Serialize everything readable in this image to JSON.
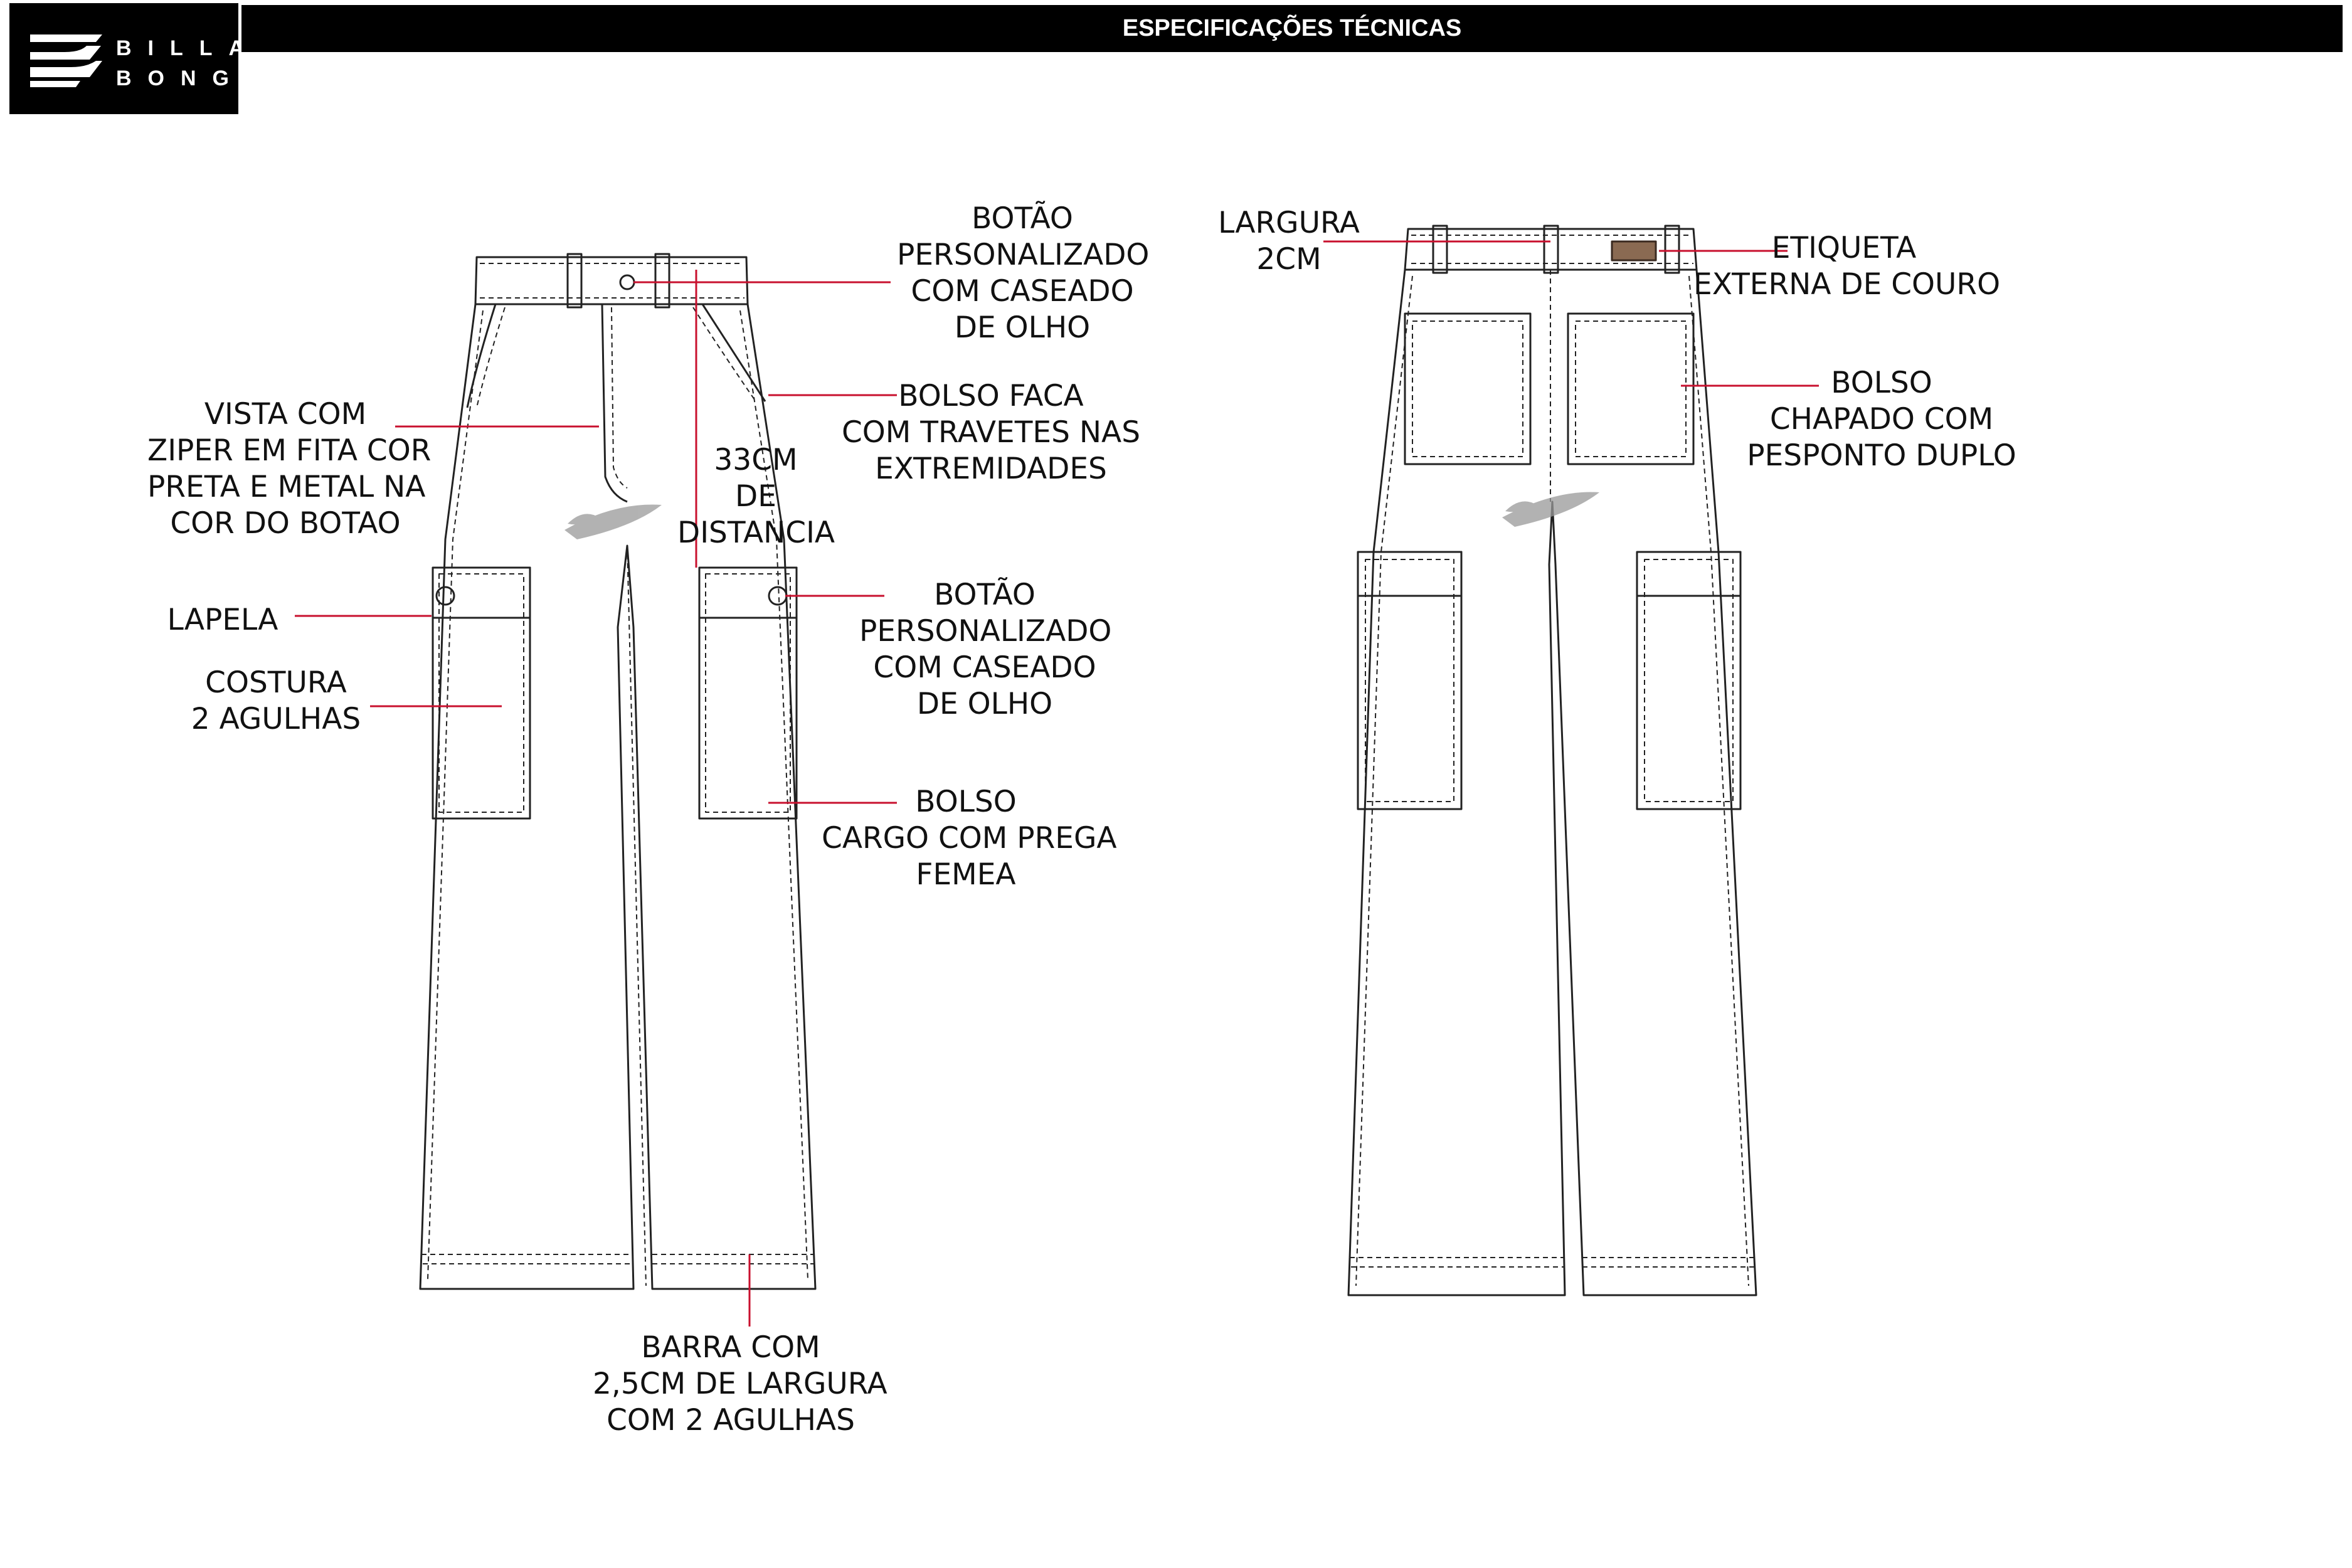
{
  "brand": {
    "logo_line1": "BILLA",
    "logo_line2": "BONG"
  },
  "header": {
    "title": "ESPECIFICAÇÕES TÉCNICAS"
  },
  "colors": {
    "leader": "#c8102e",
    "ink": "#111111",
    "header_bg": "#000000",
    "header_text": "#ffffff"
  },
  "front_labels": {
    "button_top": [
      "BOTÃO",
      "PERSONALIZADO",
      "COM CASEADO",
      "DE OLHO"
    ],
    "zipper": [
      "VISTA COM",
      "ZIPER EM FITA COR",
      "PRETA E METAL NA",
      "COR DO BOTAO"
    ],
    "knife_pocket": [
      "BOLSO FACA",
      "COM TRAVETES NAS",
      "EXTREMIDADES"
    ],
    "distance": [
      "33CM",
      "DE",
      "DISTANCIA"
    ],
    "flap": [
      "LAPELA"
    ],
    "button_pocket": [
      "BOTÃO",
      "PERSONALIZADO",
      "COM CASEADO",
      "DE OLHO"
    ],
    "stitch": [
      "COSTURA",
      "2 AGULHAS"
    ],
    "cargo_pocket": [
      "BOLSO",
      "CARGO COM PREGA",
      "FEMEA"
    ],
    "hem": [
      "BARRA COM",
      "2,5CM DE LARGURA",
      "COM 2 AGULHAS"
    ]
  },
  "back_labels": {
    "width": [
      "LARGURA",
      "2CM"
    ],
    "leather_tag": [
      "ETIQUETA",
      "EXTERNA DE COURO"
    ],
    "patch_pocket": [
      "BOLSO",
      "CHAPADO COM",
      "PESPONTO DUPLO"
    ]
  }
}
